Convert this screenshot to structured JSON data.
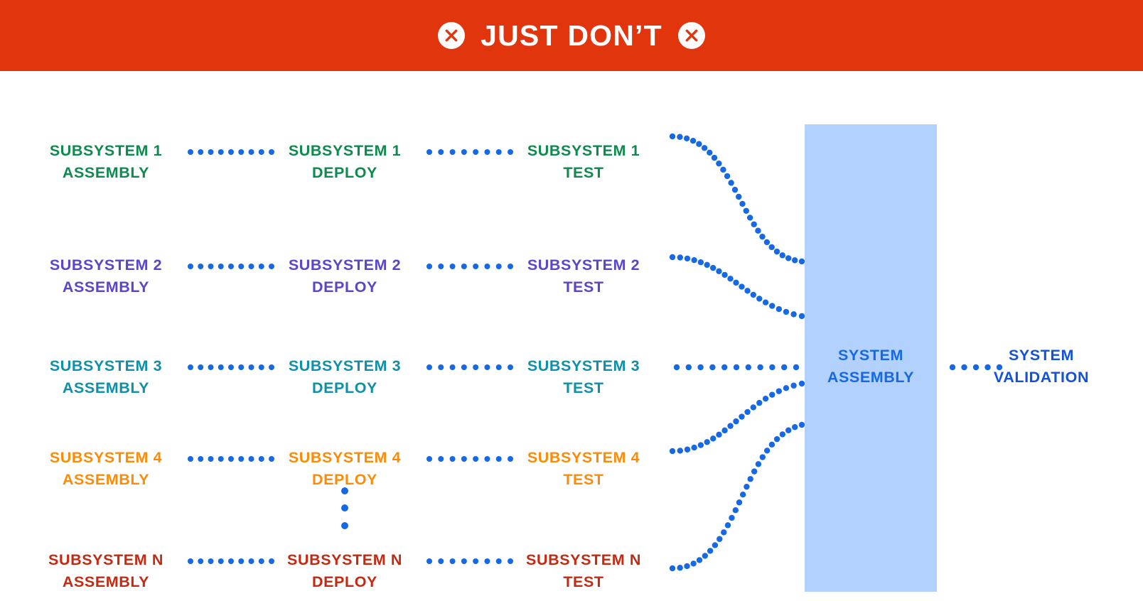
{
  "banner": {
    "title": "JUST DON’T",
    "background_color": "#e1350e",
    "text_color": "#ffffff",
    "left_icon": "x-circle-icon",
    "right_icon": "x-circle-icon"
  },
  "diagram": {
    "background_color": "#ffffff",
    "connector_color": "#1668e3",
    "assembly_box_color": "#b2d1fc",
    "ellipsis_label": "vertical-ellipsis",
    "columns": [
      "ASSEMBLY",
      "DEPLOY",
      "TEST"
    ],
    "rows": [
      {
        "id": "subsystem-1",
        "color": "#0e8a4f",
        "assembly": "SUBSYSTEM 1\nASSEMBLY",
        "deploy": "SUBSYSTEM 1\nDEPLOY",
        "test": "SUBSYSTEM 1\nTEST"
      },
      {
        "id": "subsystem-2",
        "color": "#5b45c8",
        "assembly": "SUBSYSTEM 2\nASSEMBLY",
        "deploy": "SUBSYSTEM 2\nDEPLOY",
        "test": "SUBSYSTEM 2\nTEST"
      },
      {
        "id": "subsystem-3",
        "color": "#0f8fa8",
        "assembly": "SUBSYSTEM 3\nASSEMBLY",
        "deploy": "SUBSYSTEM 3\nDEPLOY",
        "test": "SUBSYSTEM 3\nTEST"
      },
      {
        "id": "subsystem-4",
        "color": "#fb8c0a",
        "assembly": "SUBSYSTEM 4\nASSEMBLY",
        "deploy": "SUBSYSTEM 4\nDEPLOY",
        "test": "SUBSYSTEM 4\nTEST"
      },
      {
        "id": "subsystem-n",
        "color": "#c32a12",
        "assembly": "SUBSYSTEM N\nASSEMBLY",
        "deploy": "SUBSYSTEM N\nDEPLOY",
        "test": "SUBSYSTEM N\nTEST"
      }
    ],
    "system_assembly": "SYSTEM\nASSEMBLY",
    "system_validation": "SYSTEM\nVALIDATION"
  }
}
